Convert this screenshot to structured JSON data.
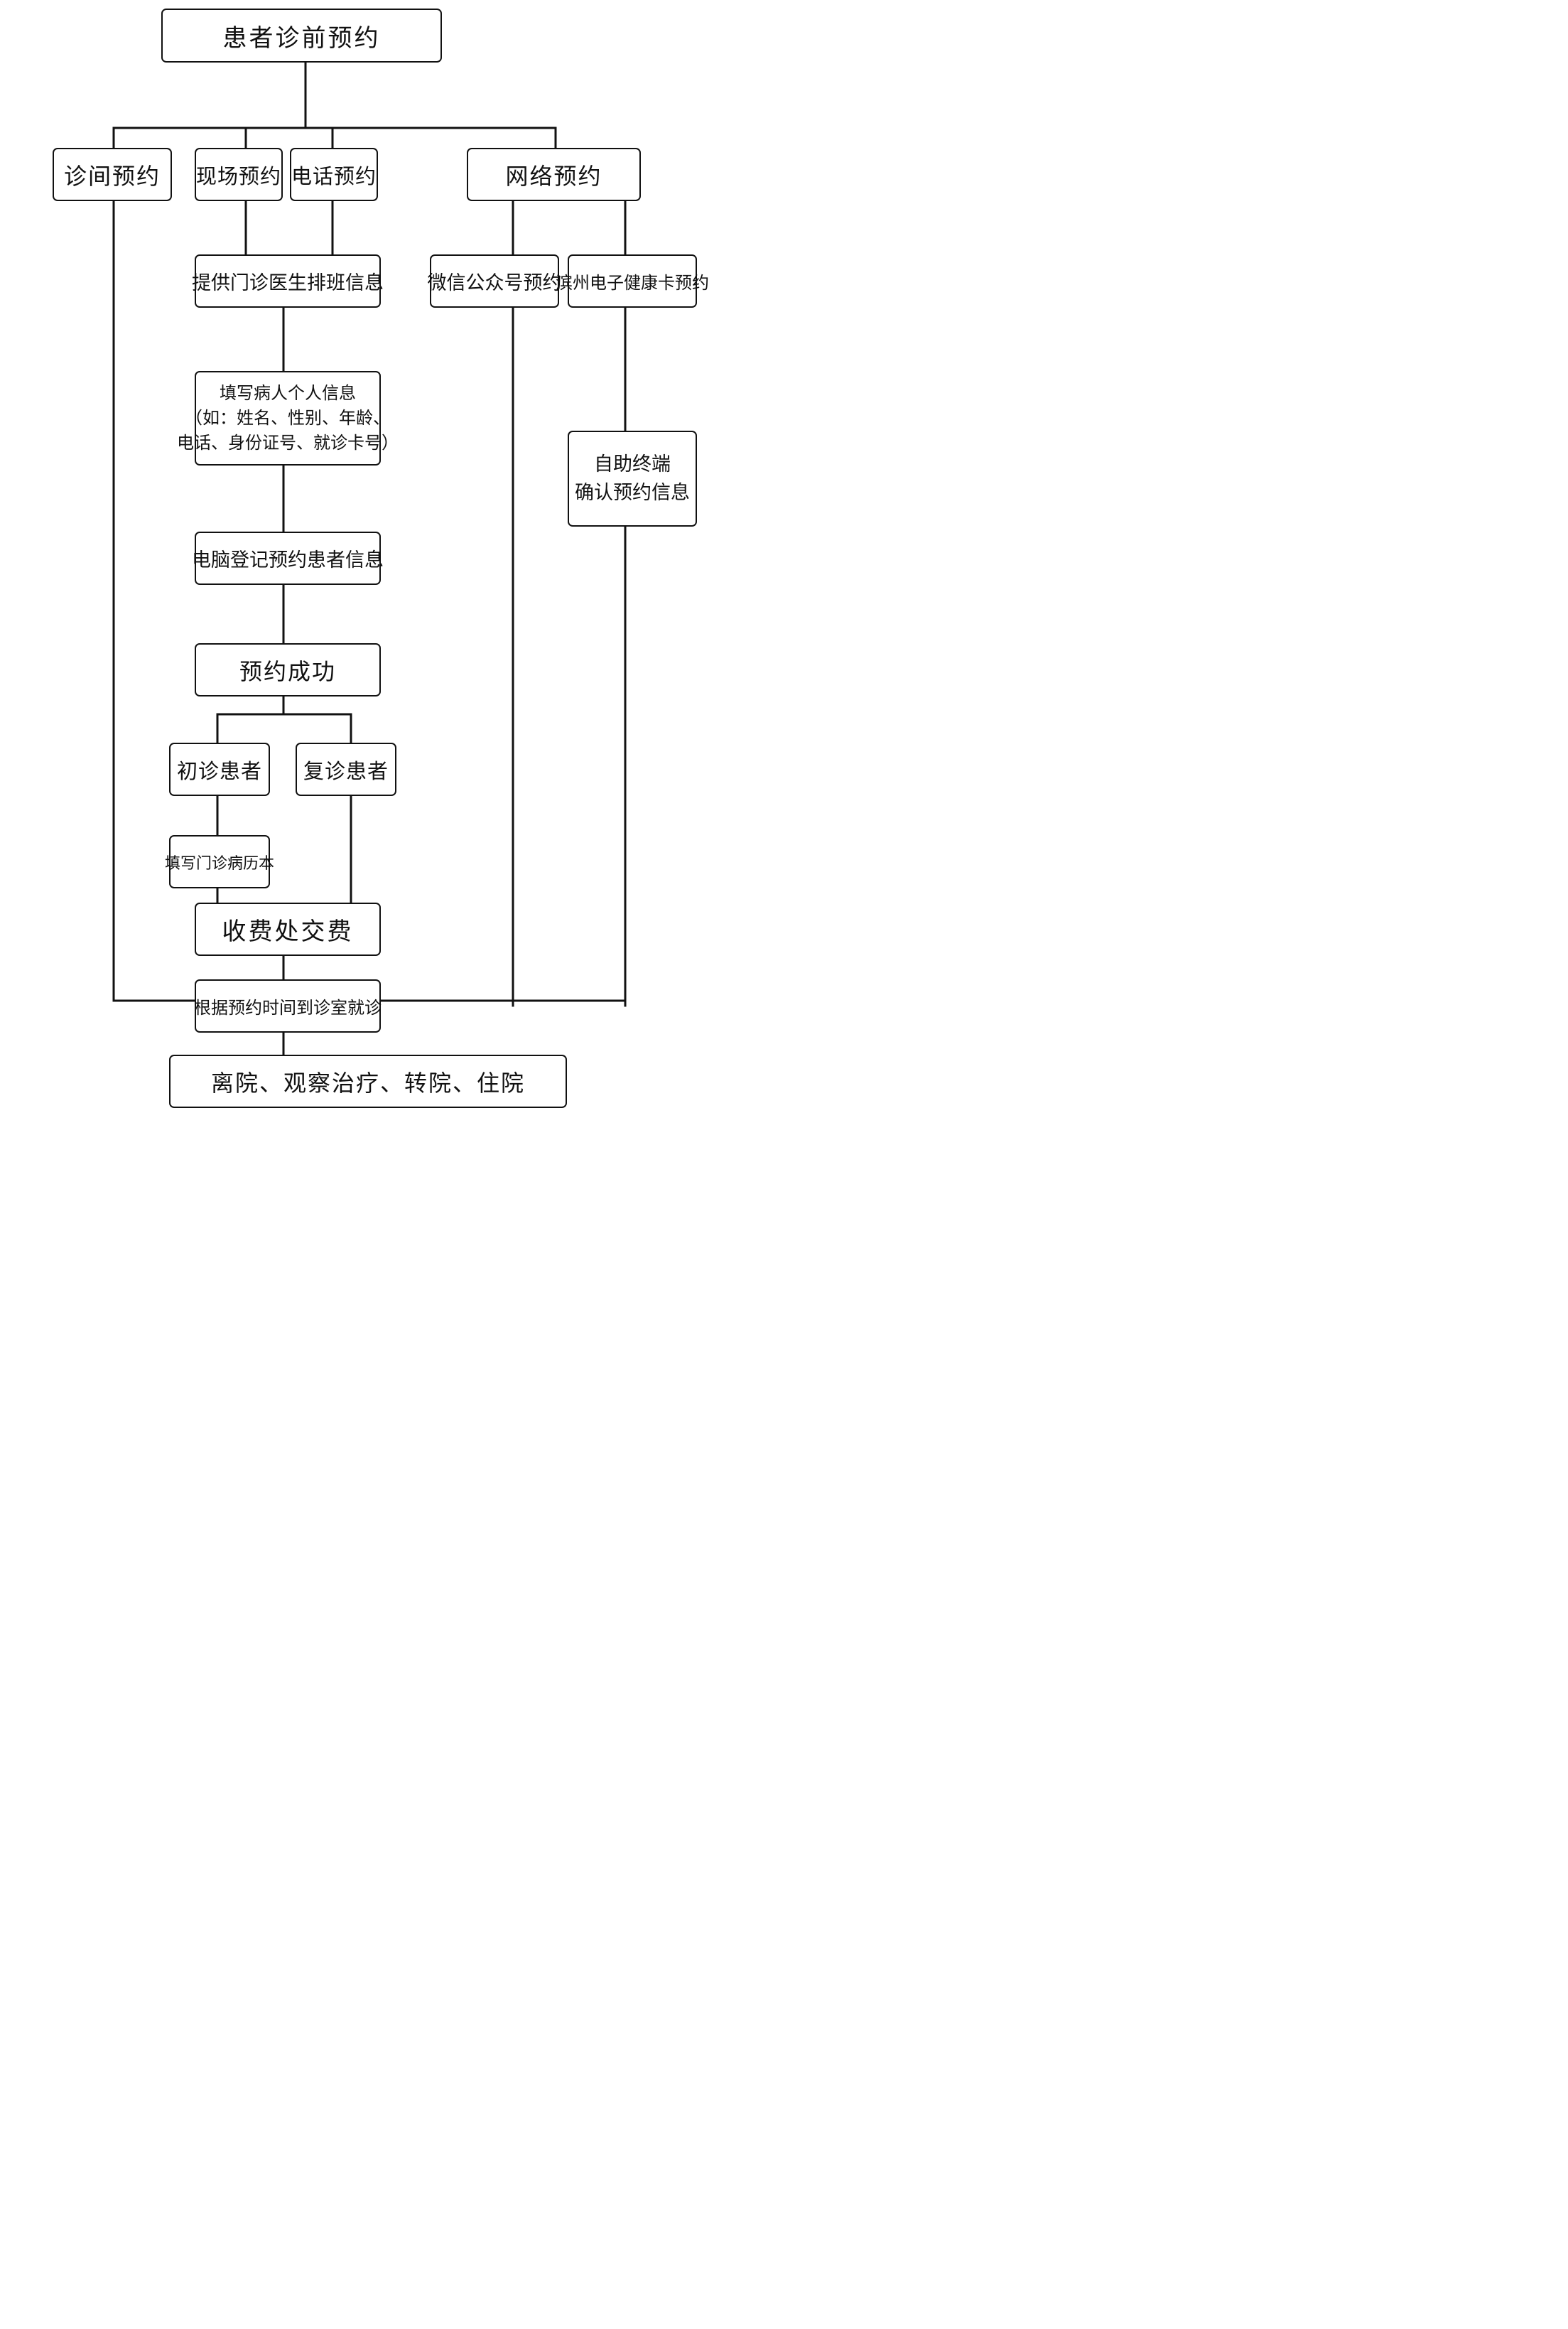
{
  "nodes": {
    "root": "患者诊前预约",
    "clinic": "诊间预约",
    "onsite": "现场预约",
    "phone": "电话预约",
    "online": "网络预约",
    "schedule_info": "提供门诊医生排班信息",
    "wechat": "微信公众号预约",
    "health_card": "滨州电子健康卡预约",
    "fill_info": [
      "填写病人个人信息",
      "（如：姓名、性别、年龄、",
      "电话、身份证号、就诊卡号）"
    ],
    "self_service": [
      "自助终端",
      "确认预约信息"
    ],
    "computer_register": "电脑登记预约患者信息",
    "success": "预约成功",
    "first_visit": "初诊患者",
    "return_visit": "复诊患者",
    "fill_record": "填写门诊病历本",
    "payment": "收费处交费",
    "treatment": "根据预约时间到诊室就诊",
    "outcome": "离院、观察治疗、转院、住院"
  }
}
